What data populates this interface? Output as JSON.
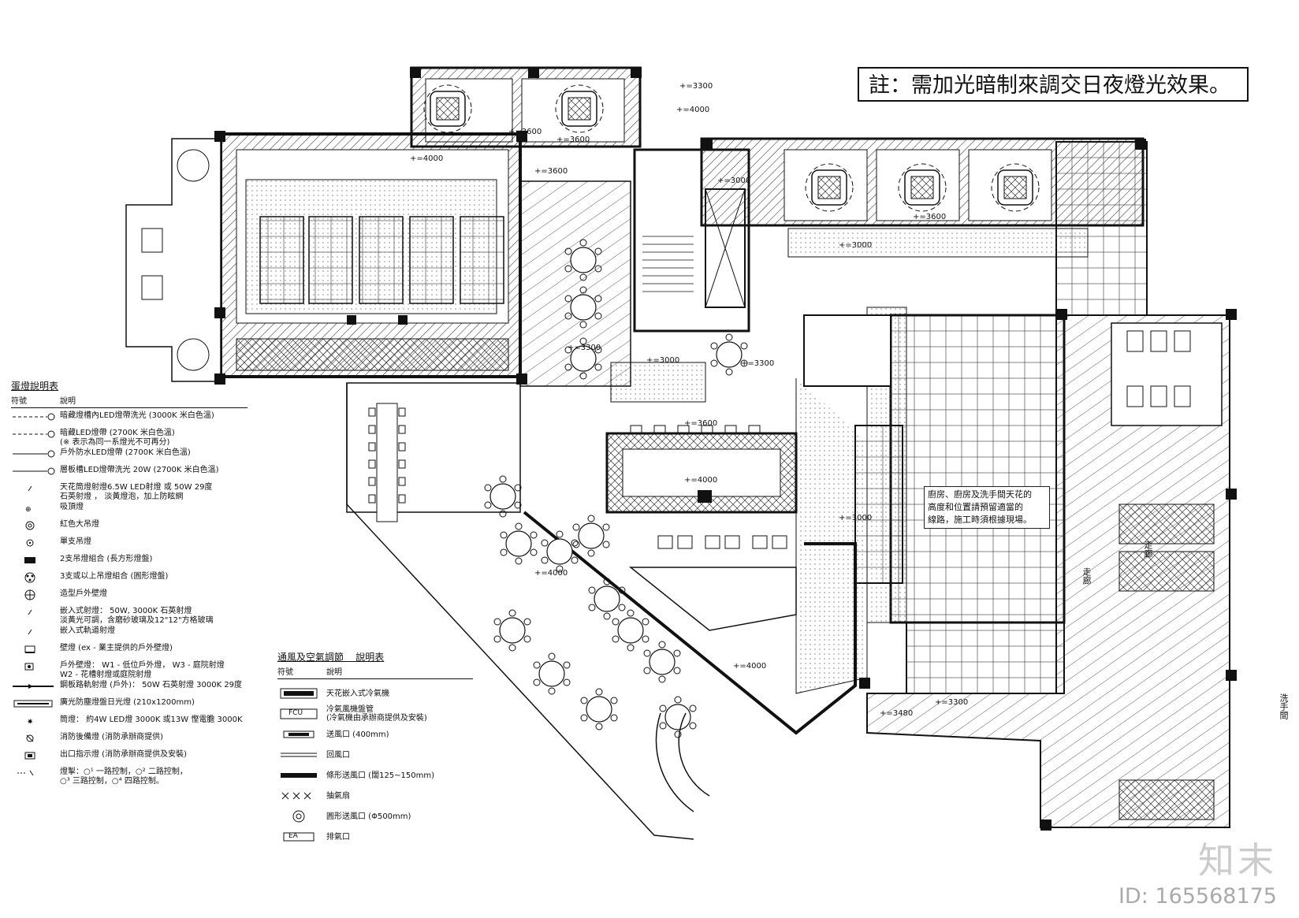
{
  "note": "註：需加光暗制來調交日夜燈光效果。",
  "lighting_legend": {
    "title": "蛋燈說明表",
    "col_symbol": "符號",
    "col_desc": "說明",
    "items": [
      {
        "icon": "dashed-line-icon",
        "text": "暗藏燈槽內LED燈帶洗光 (3000K 米白色溫)"
      },
      {
        "icon": "dashed-line-icon",
        "text": "暗藏LED燈帶 (2700K 米白色溫)\n(※ 表示為同一系燈光不可再分)"
      },
      {
        "icon": "line-marker-icon",
        "text": "戶外防水LED燈帶 (2700K 米白色溫)"
      },
      {
        "icon": "line-marker-icon",
        "text": "層板槽LED燈帶洗光 20W (2700K 米白色溫)"
      },
      {
        "icon": "spot-icon",
        "text": "天花筒燈射燈6.5W LED射燈 或 50W 29度\n石英射燈 ， 淡黃燈泡，加上防眩網"
      },
      {
        "icon": "pendant-icon",
        "text": "吸頂燈"
      },
      {
        "icon": "ring-icon",
        "text": "紅色大吊燈"
      },
      {
        "icon": "dot-ring-icon",
        "text": "單支吊燈"
      },
      {
        "icon": "double-lamp-icon",
        "text": "2支吊燈組合 (長方形燈盤)"
      },
      {
        "icon": "triple-lamp-icon",
        "text": "3支或以上吊燈組合 (圓形燈盤)"
      },
      {
        "icon": "cross-circle-icon",
        "text": "造型戶外壁燈"
      },
      {
        "icon": "spot-icon",
        "text": "嵌入式射燈： 50W, 3000K 石英射燈\n淡黃光可調，含磨砂玻璃及12\"12\"方格玻璃"
      },
      {
        "icon": "spot-icon",
        "text": "嵌入式軌道射燈"
      },
      {
        "icon": "wall-lamp-icon",
        "text": "壁燈 (ex - 業主提供的戶外壁燈)"
      },
      {
        "icon": "outdoor-lamp-icon",
        "text": "戶外壁燈： W1 - 低位戶外燈， W3 - 庭院射燈\nW2 - 花槽射燈或庭院射燈"
      },
      {
        "icon": "track-light-icon",
        "text": "鋼板路軌射燈 (戶外)： 50W 石英射燈 3000K 29度"
      },
      {
        "icon": "panel-light-icon",
        "text": "廣光防塵燈盤日光燈 (210x1200mm)"
      },
      {
        "icon": "star-icon",
        "text": "筒燈： 約4W LED燈 3000K 或13W 慳電膽 3000K"
      },
      {
        "icon": "exit-sign-icon",
        "text": "消防後備燈 (消防承辦商提供)"
      },
      {
        "icon": "emergency-icon",
        "text": "出口指示燈 (消防承辦商提供及安裝)"
      },
      {
        "icon": "switch-icon",
        "text": "燈掣：○¹ 一路控制，○² 二路控制，\n○³ 三路控制，○⁴ 四路控制。"
      }
    ]
  },
  "hvac_legend": {
    "title": "通風及空氣調節",
    "title2": "說明表",
    "col_symbol": "符號",
    "col_desc": "說明",
    "items": [
      {
        "icon": "ceiling-ac-icon",
        "label": "",
        "text": "天花嵌入式冷氣機"
      },
      {
        "icon": "fcu-icon",
        "label": "FCU",
        "text": "冷氣風機盤管\n(冷氣機由承辦商提供及安裝)"
      },
      {
        "icon": "supply-diffuser-icon",
        "label": "",
        "text": "送風口 (400mm)"
      },
      {
        "icon": "return-grille-icon",
        "label": "",
        "text": "回風口"
      },
      {
        "icon": "linear-slot-icon",
        "label": "",
        "text": "條形送風口 (闊125~150mm)"
      },
      {
        "icon": "exhaust-icon",
        "label": "",
        "text": "抽氣扇"
      },
      {
        "icon": "round-diffuser-icon",
        "label": "",
        "text": "圓形送風口 (Φ500mm)"
      },
      {
        "icon": "ea-icon",
        "label": "EA",
        "text": "排氣口"
      }
    ]
  },
  "elevations": [
    "+=3300",
    "+=4000",
    "+=3600",
    "+=3600",
    "+=3600",
    "+=4000",
    "+=3000",
    "+=3600",
    "+=3000",
    "+=3300",
    "+=3000",
    "+=3300",
    "+=3600",
    "+=4000",
    "+=3000",
    "+=4000",
    "+=4000",
    "+=3300",
    "+=3480"
  ],
  "area_note": "廚房、廚房及洗手間天花的\n高度和位置請預留適當的\n線路，施工時須根據現場。",
  "side_labels": [
    "洗手間",
    "走廊",
    "走廊"
  ],
  "watermark": {
    "logo": "知末",
    "id": "ID: 165568175"
  }
}
